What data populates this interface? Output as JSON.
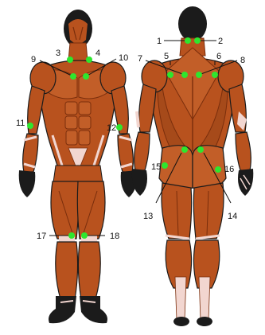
{
  "colors": {
    "background": "#ffffff",
    "muscle": "#b8521e",
    "muscle_dark": "#7a2e0c",
    "tendon": "#f2d6d0",
    "skin": "#1b1b1b",
    "marker": "#2ee62e",
    "leader": "#111111"
  },
  "icons": {
    "marker": "green-dot-marker",
    "front_figure": "anterior-muscle-figure",
    "back_figure": "posterior-muscle-figure"
  },
  "points": [
    {
      "label": "1"
    },
    {
      "label": "2"
    },
    {
      "label": "3"
    },
    {
      "label": "4"
    },
    {
      "label": "5"
    },
    {
      "label": "6"
    },
    {
      "label": "7"
    },
    {
      "label": "8"
    },
    {
      "label": "9"
    },
    {
      "label": "10"
    },
    {
      "label": "11"
    },
    {
      "label": "12"
    },
    {
      "label": "13"
    },
    {
      "label": "14"
    },
    {
      "label": "15"
    },
    {
      "label": "16"
    },
    {
      "label": "17"
    },
    {
      "label": "18"
    }
  ]
}
